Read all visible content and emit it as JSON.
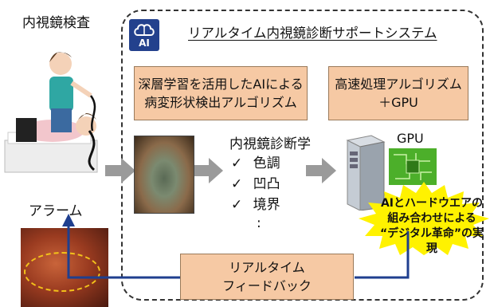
{
  "left": {
    "exam_label": "内視鏡検査",
    "alarm_label": "アラーム"
  },
  "system": {
    "title": "リアルタイム内視鏡診断サポートシステム",
    "ai_badge": "AI",
    "deep_learning_box": [
      "深層学習を活用したAIによる",
      "病変形状検出アルゴリズム"
    ],
    "fast_processing_box": [
      "高速処理アルゴリズム",
      "＋GPU"
    ],
    "diagnosis": {
      "heading": "内視鏡診断学",
      "items": [
        "色調",
        "凹凸",
        "境界"
      ],
      "check": "✓",
      "more": ":"
    },
    "gpu_label": "GPU",
    "caption_lines": [
      "AIとハードウエアの",
      "組み合わせによる",
      "“デジタル革命”の実現"
    ],
    "feedback_box": [
      "リアルタイム",
      "フィードバック"
    ]
  },
  "colors": {
    "box_fill": "#f6c9a4",
    "arrow_gray": "#9a9a9a",
    "feedback_arrow": "#1f3f8f",
    "highlight_ellipse": "#f3c21a",
    "ai_badge_bg": "#23418d"
  }
}
